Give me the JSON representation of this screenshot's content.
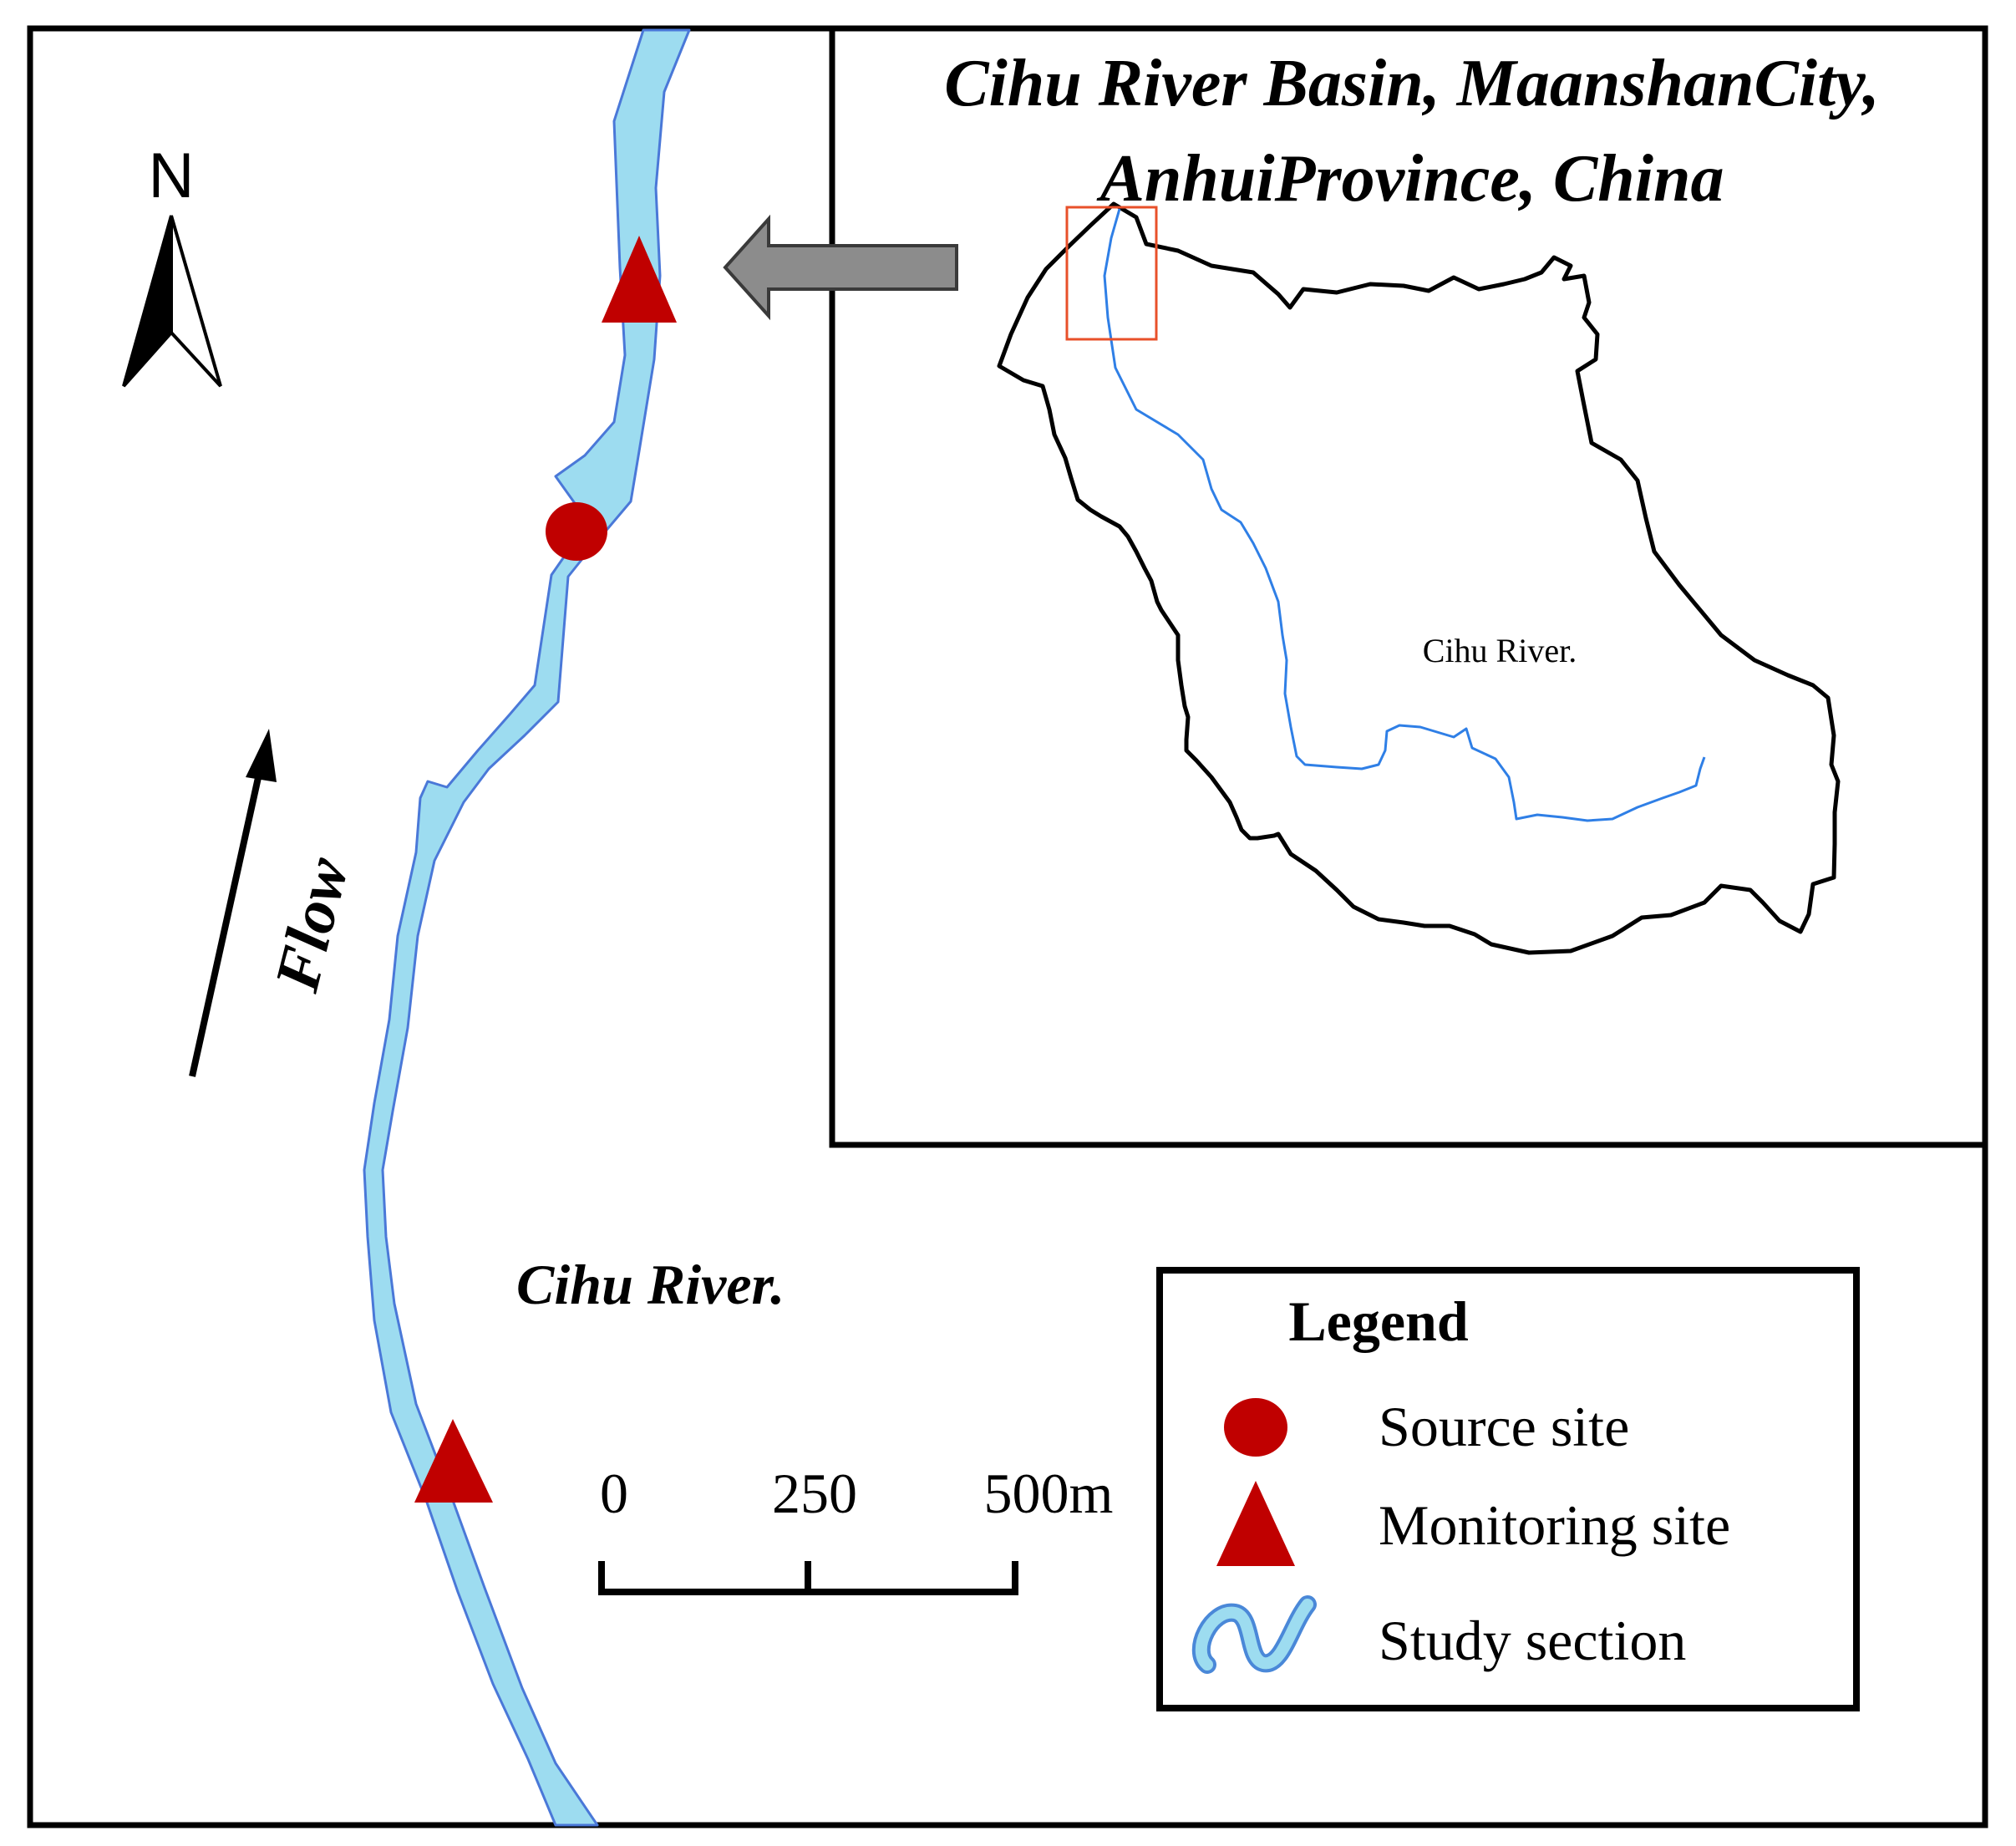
{
  "inset": {
    "title_line1": "Cihu River Basin, MaanshanCity,",
    "title_line2": "AnhuiProvince, China",
    "river_label": "Cihu River."
  },
  "main_map": {
    "north_label": "N",
    "flow_label": "Flow",
    "river_label": "Cihu River."
  },
  "scale_bar": {
    "ticks": [
      "0",
      "250",
      "500m"
    ]
  },
  "legend": {
    "title": "Legend",
    "items": [
      {
        "label": "Source site",
        "symbol": "circle"
      },
      {
        "label": "Monitoring site",
        "symbol": "triangle"
      },
      {
        "label": "Study section",
        "symbol": "river-line"
      }
    ]
  },
  "colors": {
    "river_fill": "#9ddcf0",
    "river_edge": "#4a78d8",
    "site_red": "#c00000",
    "inset_river": "#2f7fe6",
    "locator_box": "#e8502a",
    "arrow_gray": "#8c8c8c",
    "frame": "#000000"
  }
}
